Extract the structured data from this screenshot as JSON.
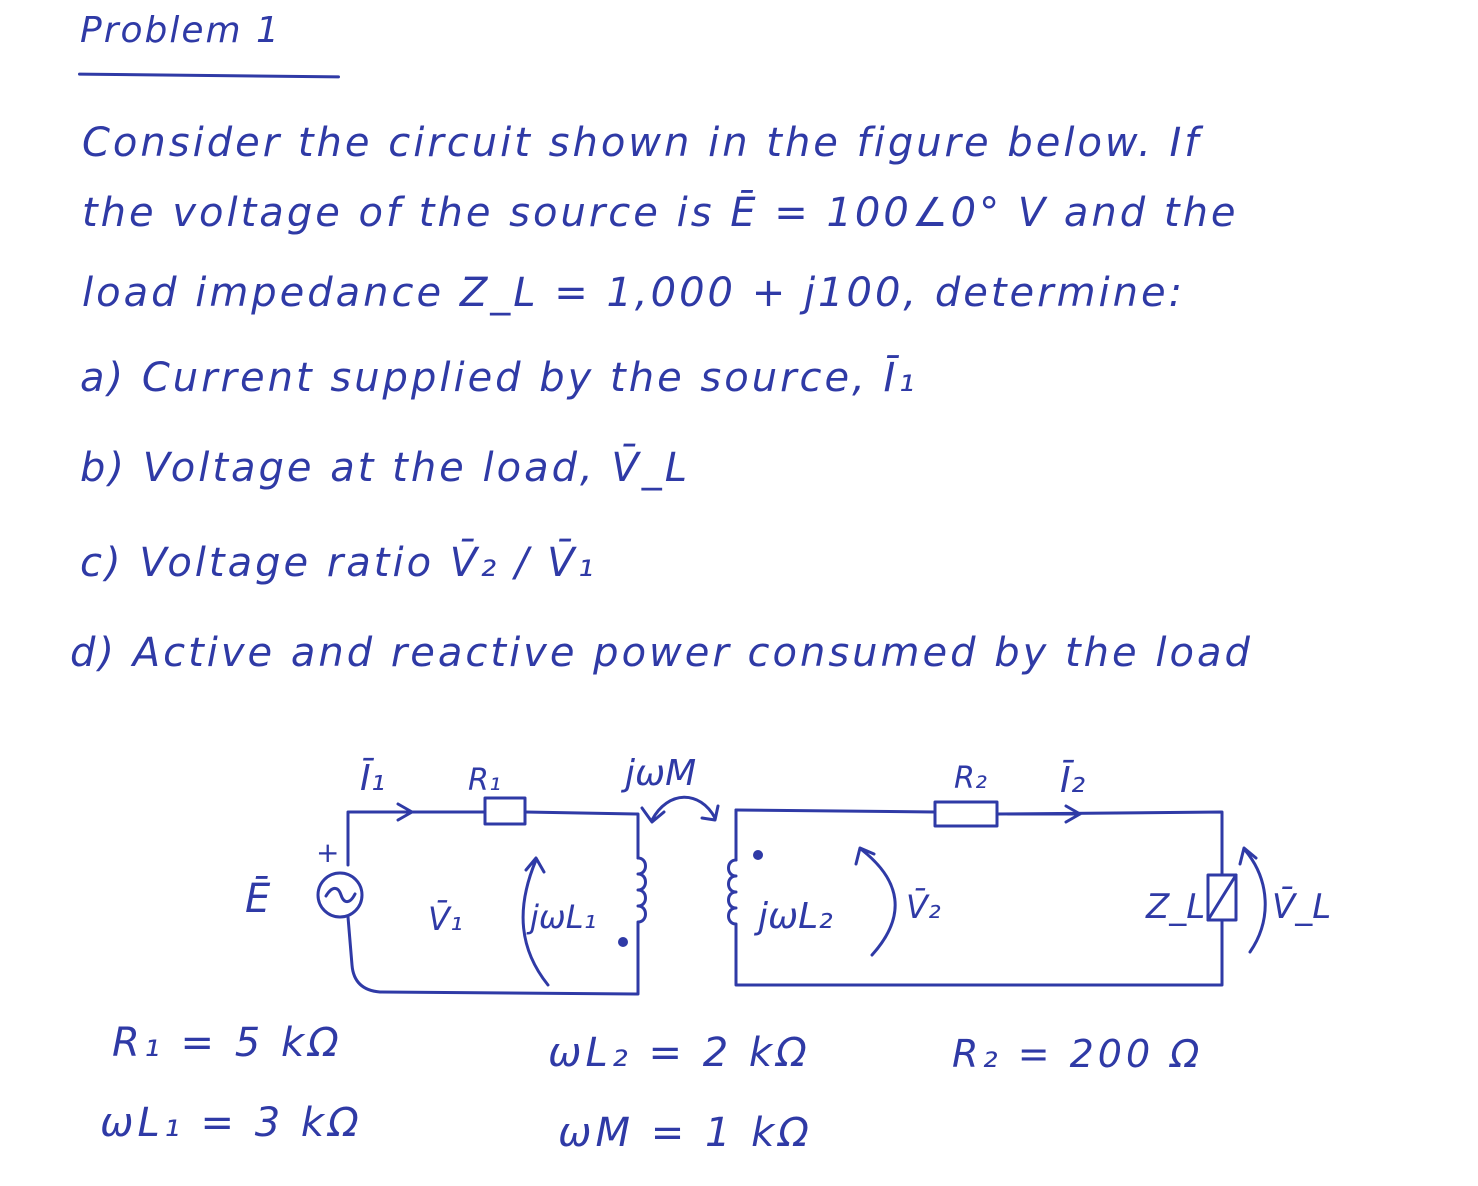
{
  "title": "Problem 1",
  "intro_lines": [
    "Consider the circuit shown in the figure below. If",
    "the voltage of the source is Ē = 100∠0° V and the",
    "load impedance Z_L = 1,000 + j100, determine:"
  ],
  "questions": [
    "a) Current supplied by the source, Ī₁",
    "b) Voltage at the load, V̄_L",
    "c) Voltage ratio V̄₂ / V̄₁",
    "d) Active and reactive power consumed by the load"
  ],
  "circuit": {
    "labels": {
      "I1": "Ī₁",
      "R1": "R₁",
      "jwM": "jωM",
      "R2": "R₂",
      "I2": "Ī₂",
      "E": "Ē",
      "plus": "+",
      "V1": "V̄₁",
      "jwL1": "jωL₁",
      "jwL2": "jωL₂",
      "V2": "V̄₂",
      "ZL": "Z_L",
      "VL": "V̄_L"
    }
  },
  "parameters": {
    "R1": "R₁ = 5 kΩ",
    "wL1": "ωL₁ = 3 kΩ",
    "wL2": "ωL₂ = 2 kΩ",
    "wM": "ωM = 1 kΩ",
    "R2": "R₂ = 200 Ω"
  },
  "colors": {
    "ink": "#2f3aa6",
    "background": "#ffffff"
  }
}
